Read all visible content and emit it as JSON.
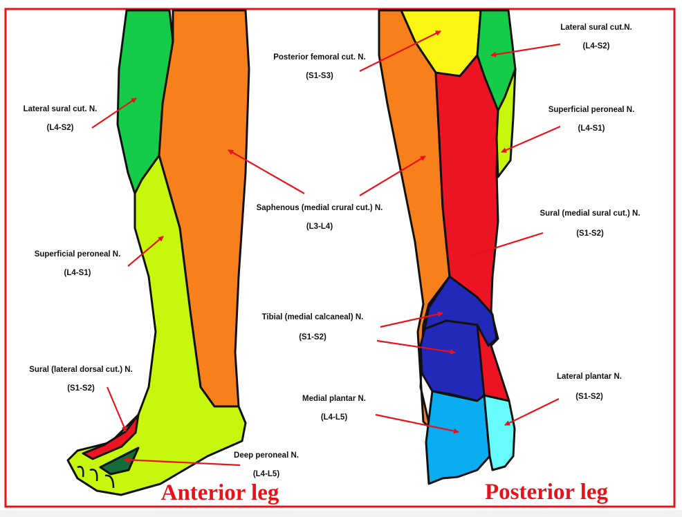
{
  "colors": {
    "frame": "#e8121b",
    "saphenous": "#f7801c",
    "lateral_sural": "#14cc4a",
    "superficial_peroneal": "#c8f70e",
    "sural": "#ec1422",
    "deep_peroneal": "#156b3a",
    "posterior_femoral": "#fbf514",
    "tibial": "#2228b8",
    "medial_plantar": "#0aaef0",
    "lateral_plantar": "#66fcfc"
  },
  "titles": {
    "anterior": "Anterior leg",
    "posterior": "Posterior leg"
  },
  "anterior_labels": [
    {
      "name": "Lateral sural cut. N.",
      "root": "(L4-S2)"
    },
    {
      "name": "Superficial peroneal N.",
      "root": "(L4-S1)"
    },
    {
      "name": "Sural (lateral dorsal cut.) N.",
      "root": "(S1-S2)"
    },
    {
      "name": "Deep peroneal N.",
      "root": "(L4-L5)"
    }
  ],
  "center_labels": [
    {
      "name": "Posterior femoral cut. N.",
      "root": "(S1-S3)"
    },
    {
      "name": "Saphenous (medial crural cut.) N.",
      "root": "(L3-L4)"
    },
    {
      "name": "Tibial (medial calcaneal) N.",
      "root": "(S1-S2)"
    },
    {
      "name": "Medial plantar N.",
      "root": "(L4-L5)"
    }
  ],
  "posterior_labels": [
    {
      "name": "Lateral sural cut.N.",
      "root": "(L4-S2)"
    },
    {
      "name": "Superficial peroneal N.",
      "root": "(L4-S1)"
    },
    {
      "name": "Sural (medial sural cut.) N.",
      "root": "(S1-S2)"
    },
    {
      "name": "Lateral plantar N.",
      "root": "(S1-S2)"
    }
  ]
}
